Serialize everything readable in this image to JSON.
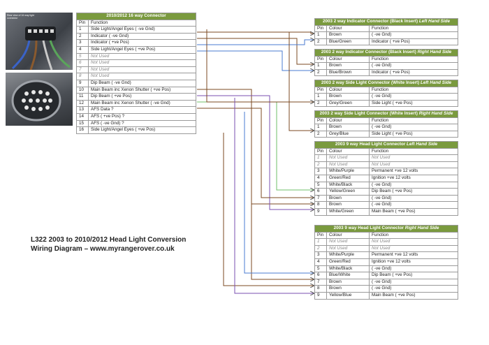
{
  "photo_caption": "Rear view of 16 way light connector",
  "title": {
    "line1": "L322 2003 to 2010/2012 Head Light Conversion",
    "line2": "Wiring Diagram – www.myrangerover.co.uk"
  },
  "colors": {
    "header_green": "#7a9a3e",
    "wire_brown": "#7b4a22",
    "wire_blue": "#4a7bd0",
    "wire_green": "#6fbf6a",
    "wire_purple": "#7a4fb0"
  },
  "main": {
    "title": "2010/2012 16 way Connector",
    "col_pin": "Pin",
    "col_function": "Function",
    "rows": [
      {
        "pin": "1",
        "function": "Side Light/Angel Eyes ( -ve Gnd)",
        "nu": false
      },
      {
        "pin": "2",
        "function": "Indicator ( -ve Gnd)",
        "nu": false
      },
      {
        "pin": "3",
        "function": "Indicator ( +ve Pos)",
        "nu": false
      },
      {
        "pin": "4",
        "function": "Side Light/Angel Eyes ( +ve Pos)",
        "nu": false
      },
      {
        "pin": "5",
        "function": "Not Used",
        "nu": true
      },
      {
        "pin": "6",
        "function": "Not Used",
        "nu": true
      },
      {
        "pin": "7",
        "function": "Not Used",
        "nu": true
      },
      {
        "pin": "8",
        "function": "Not Used",
        "nu": true
      },
      {
        "pin": "9",
        "function": "Dip Beam ( -ve Gnd)",
        "nu": false
      },
      {
        "pin": "10",
        "function": "Main Beam inc Xenon Shutter ( +ve Pos)",
        "nu": false
      },
      {
        "pin": "11",
        "function": "Dip Beam ( +ve Pos)",
        "nu": false
      },
      {
        "pin": "12",
        "function": "Main Beam inc Xenon Shutter ( -ve Gnd)",
        "nu": false
      },
      {
        "pin": "13",
        "function": "AFS Data ?",
        "nu": false
      },
      {
        "pin": "14",
        "function": "AFS ( +ve Pos) ?",
        "nu": false
      },
      {
        "pin": "15",
        "function": "AFS ( -ve Gnd) ?",
        "nu": false
      },
      {
        "pin": "16",
        "function": "Side Light/Angel Eyes ( +ve Pos)",
        "nu": false
      }
    ]
  },
  "ind_left": {
    "title_main": "2003 2 way Indicator Connector (Black Insert) ",
    "title_side": "Left Hand Side",
    "col_pin": "Pin",
    "col_colour": "Colour",
    "col_function": "Function",
    "rows": [
      {
        "pin": "1",
        "colour": "Brown",
        "function": "( -ve Gnd)",
        "nu": false
      },
      {
        "pin": "2",
        "colour": "Blue/Green",
        "function": "Indicator ( +ve Pos)",
        "nu": false
      }
    ]
  },
  "ind_right": {
    "title_main": "2003 2 way Indicator Connector (Black Insert) ",
    "title_side": "Right Hand Side",
    "col_pin": "Pin",
    "col_colour": "Colour",
    "col_function": "Function",
    "rows": [
      {
        "pin": "1",
        "colour": "Brown",
        "function": "( -ve Gnd)",
        "nu": false
      },
      {
        "pin": "2",
        "colour": "Blue/Brown",
        "function": "Indicator ( +ve Pos)",
        "nu": false
      }
    ]
  },
  "side_left": {
    "title_main": "2003 2 way Side Light Connector (White Insert) ",
    "title_side": "Left Hand Side",
    "col_pin": "Pin",
    "col_colour": "Colour",
    "col_function": "Function",
    "rows": [
      {
        "pin": "1",
        "colour": "Brown",
        "function": "( -ve Gnd)",
        "nu": false
      },
      {
        "pin": "2",
        "colour": "Grey/Green",
        "function": "Side Light ( +ve Pos)",
        "nu": false
      }
    ]
  },
  "side_right": {
    "title_main": "2003 2 way Side Light Connector (White Insert) ",
    "title_side": "Right Hand Side",
    "col_pin": "Pin",
    "col_colour": "Colour",
    "col_function": "Function",
    "rows": [
      {
        "pin": "1",
        "colour": "Brown",
        "function": "( -ve Gnd)",
        "nu": false
      },
      {
        "pin": "2",
        "colour": "Grey/Blue",
        "function": "Side Light ( +ve Pos)",
        "nu": false
      }
    ]
  },
  "head_left": {
    "title_main": "2003 9 way Head Light Connector ",
    "title_side": "Left Hand Side",
    "col_pin": "Pin",
    "col_colour": "Colour",
    "col_function": "Function",
    "rows": [
      {
        "pin": "1",
        "colour": "Not Used",
        "function": "Not Used",
        "nu": true
      },
      {
        "pin": "2",
        "colour": "Not Used",
        "function": "Not Used",
        "nu": true
      },
      {
        "pin": "3",
        "colour": "White/Purple",
        "function": "Permanent +ve 12 volts",
        "nu": false
      },
      {
        "pin": "4",
        "colour": "Green/Red",
        "function": "Ignition +ve 12 volts",
        "nu": false
      },
      {
        "pin": "5",
        "colour": "White/Black",
        "function": "( -ve Gnd)",
        "nu": false
      },
      {
        "pin": "6",
        "colour": "Yellow/Green",
        "function": "Dip Beam ( +ve Pos)",
        "nu": false
      },
      {
        "pin": "7",
        "colour": "Brown",
        "function": "( -ve Gnd)",
        "nu": false
      },
      {
        "pin": "8",
        "colour": "Brown",
        "function": "( -ve Gnd)",
        "nu": false
      },
      {
        "pin": "9",
        "colour": "White/Green",
        "function": "Main Beam ( +ve Pos)",
        "nu": false
      }
    ]
  },
  "head_right": {
    "title_main": "2003 9 way Head Light Connector ",
    "title_side": "Right Hand Side",
    "col_pin": "Pin",
    "col_colour": "Colour",
    "col_function": "Function",
    "rows": [
      {
        "pin": "1",
        "colour": "Not Used",
        "function": "Not Used",
        "nu": true
      },
      {
        "pin": "2",
        "colour": "Not Used",
        "function": "Not Used",
        "nu": true
      },
      {
        "pin": "3",
        "colour": "White/Purple",
        "function": "Permanent +ve 12 volts",
        "nu": false
      },
      {
        "pin": "4",
        "colour": "Green/Red",
        "function": "Ignition +ve 12 volts",
        "nu": false
      },
      {
        "pin": "5",
        "colour": "White/Black",
        "function": "( -ve Gnd)",
        "nu": false
      },
      {
        "pin": "6",
        "colour": "Blue/White",
        "function": "Dip Beam ( +ve Pos)",
        "nu": false
      },
      {
        "pin": "7",
        "colour": "Brown",
        "function": "( -ve Gnd)",
        "nu": false
      },
      {
        "pin": "8",
        "colour": "Brown",
        "function": "( -ve Gnd)",
        "nu": false
      },
      {
        "pin": "9",
        "colour": "Yellow/Blue",
        "function": "Main Beam ( +ve Pos)",
        "nu": false
      }
    ]
  }
}
